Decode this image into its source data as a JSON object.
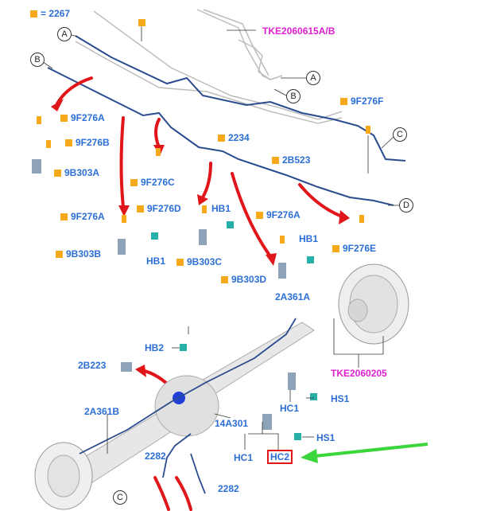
{
  "legend": {
    "symbol_label": "= 2267"
  },
  "refs": {
    "a": "A",
    "b": "B",
    "c": "C",
    "d": "D"
  },
  "parts": {
    "tke2060615": "TKE2060615A/B",
    "p9f276f": "9F276F",
    "p9f276a_1": "9F276A",
    "p9f276b": "9F276B",
    "p9b303a": "9B303A",
    "p9f276c": "9F276C",
    "p2234": "2234",
    "p2b523": "2B523",
    "p9f276a_2": "9F276A",
    "p9f276d": "9F276D",
    "hb1_1": "HB1",
    "p9f276a_3": "9F276A",
    "p9b303b": "9B303B",
    "hb1_2": "HB1",
    "p9b303c": "9B303C",
    "hb1_3": "HB1",
    "p9f276e": "9F276E",
    "p9b303d": "9B303D",
    "p2a361a": "2A361A",
    "tke2060205": "TKE2060205",
    "hb2": "HB2",
    "p2b223": "2B223",
    "p2a361b": "2A361B",
    "p14a301": "14A301",
    "hc1_1": "HC1",
    "hs1_1": "HS1",
    "hs1_2": "HS1",
    "hc1_2": "HC1",
    "hc2": "HC2",
    "p2282_1": "2282",
    "p2282_2": "2282"
  },
  "colors": {
    "label_blue": "#2b6fd6",
    "label_magenta": "#e01fd0",
    "marker_orange": "#f6a91a",
    "pipe_blue": "#2a4c8e",
    "arrow_red": "#e0161b",
    "arrow_green": "#3bd63b",
    "highlight_box": "#e0161b"
  }
}
